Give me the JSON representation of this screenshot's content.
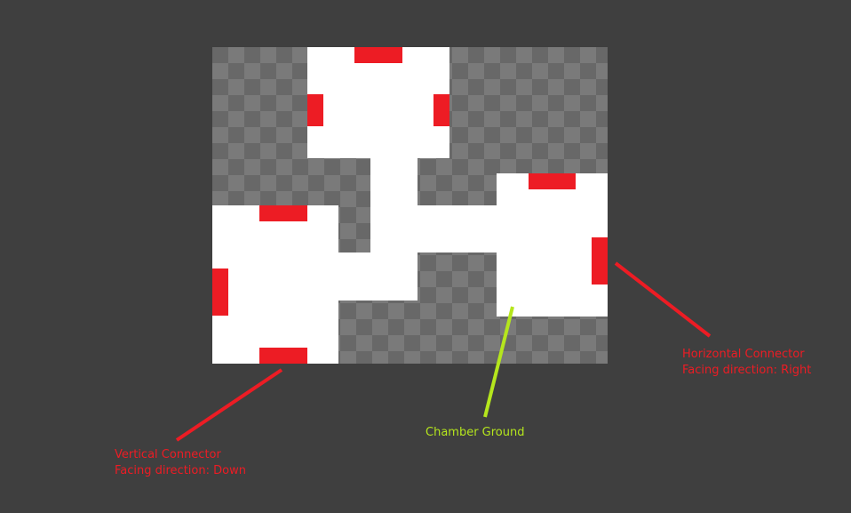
{
  "colors": {
    "background": "#3f3f3f",
    "checker_light": "#7a7a7a",
    "checker_dark": "#686868",
    "ground": "#ffffff",
    "connector": "#ed1c24",
    "annotation_red": "#ed1c24",
    "annotation_green": "#b5e61d"
  },
  "annotations": {
    "horizontal": {
      "line1": "Horizontal Connector",
      "line2": "Facing direction: Right"
    },
    "ground": {
      "line1": "Chamber Ground"
    },
    "vertical": {
      "line1": "Vertical Connector",
      "line2": "Facing direction: Down"
    }
  }
}
